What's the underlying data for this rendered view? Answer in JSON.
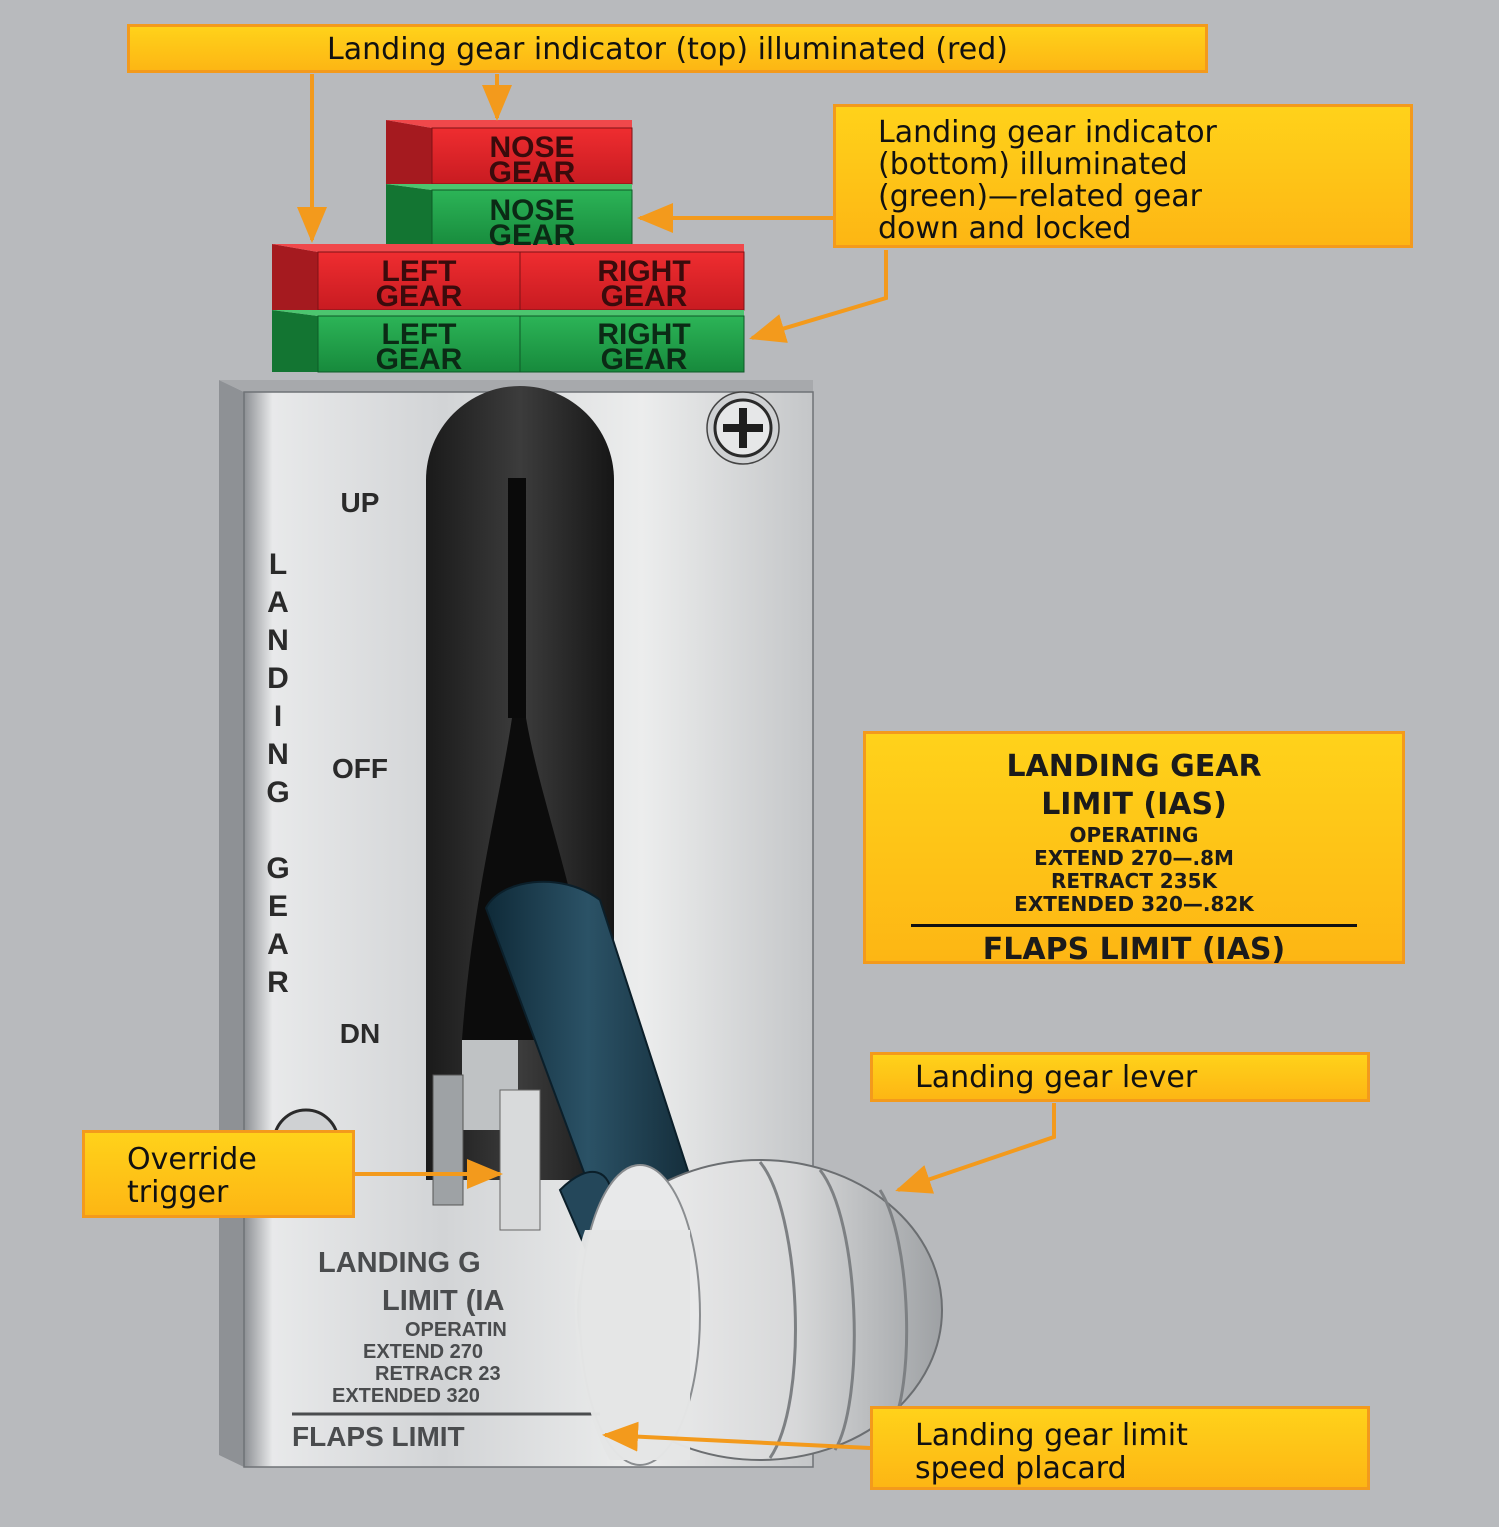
{
  "callouts": {
    "top_indicator": "Landing gear indicator (top) illuminated (red)",
    "bottom_indicator": [
      "Landing gear indicator",
      "(bottom) illuminated",
      "(green)—related gear",
      "down and locked"
    ],
    "lever": "Landing gear lever",
    "override": [
      "Override",
      "trigger"
    ],
    "placard": [
      "Landing gear limit",
      "speed placard"
    ]
  },
  "indicators": {
    "nose": [
      "NOSE",
      "GEAR"
    ],
    "left": [
      "LEFT",
      "GEAR"
    ],
    "right": [
      "RIGHT",
      "GEAR"
    ]
  },
  "panel": {
    "positions": {
      "up": "UP",
      "off": "OFF",
      "dn": "DN"
    },
    "side_letters": [
      "L",
      "A",
      "N",
      "D",
      "I",
      "N",
      "G",
      "G",
      "E",
      "A",
      "R"
    ],
    "placard_lines": [
      "LANDING G",
      "LIMIT (IA",
      "OPERATIN",
      "EXTEND 270",
      "RETRACR 23",
      "EXTENDED 320",
      "FLAPS LIMIT"
    ]
  },
  "limit_placard": {
    "line1": "LANDING GEAR",
    "line2": "LIMIT (IAS)",
    "line3": "OPERATING",
    "line4": "EXTEND 270—.8M",
    "line5": "RETRACT 235K",
    "line6": "EXTENDED 320—.82K",
    "line7": "FLAPS LIMIT (IAS)"
  },
  "colors": {
    "callout_fill": "#fdc016",
    "callout_border": "#f39a1c",
    "arrow": "#f39a1c",
    "indicator_red": "#e8232a",
    "indicator_green": "#22a34a",
    "lever": "#1e3f52"
  }
}
